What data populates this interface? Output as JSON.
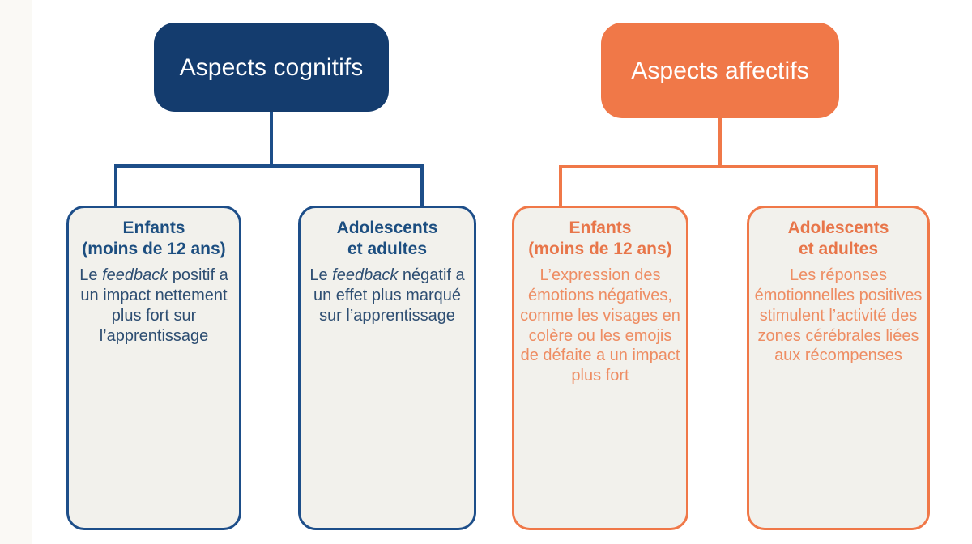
{
  "slide": {
    "background_color": "#ffffff",
    "edge_strip_color": "#faf9f5"
  },
  "palette": {
    "navy": "#143C6E",
    "navy_line": "#1D4E89",
    "navy_text": "#1C4E80",
    "navy_body_text": "#2E4E72",
    "orange": "#F07848",
    "orange_title_text": "#E8764A",
    "orange_body_text": "#EE8D63",
    "card_background": "#F2F1EC"
  },
  "branches": [
    {
      "id": "cognitif",
      "header_label": "Aspects cognitifs",
      "accent": "#143C6E",
      "cards": [
        {
          "id": "cognitif-enfants",
          "title_line_1": "Enfants",
          "title_line_2": "(moins de 12 ans)",
          "body_before_emphasis": "Le ",
          "body_emphasis": "feedback",
          "body_after_emphasis": " positif a un impact nettement plus fort sur l’apprentissage",
          "body_plain": "Le feedback positif a un impact nettement plus fort sur l’apprentissage"
        },
        {
          "id": "cognitif-adolescents",
          "title_line_1": "Adolescents",
          "title_line_2": "et adultes",
          "body_before_emphasis": "Le ",
          "body_emphasis": "feedback",
          "body_after_emphasis": " négatif a un effet plus marqué sur l’apprentissage",
          "body_plain": "Le feedback négatif a un effet plus marqué sur l’apprentissage"
        }
      ]
    },
    {
      "id": "affectif",
      "header_label": "Aspects affectifs",
      "accent": "#F07848",
      "cards": [
        {
          "id": "affectif-enfants",
          "title_line_1": "Enfants",
          "title_line_2": "(moins de 12 ans)",
          "body_before_emphasis": "",
          "body_emphasis": "",
          "body_after_emphasis": "",
          "body_plain": "L’expression des émotions négatives, comme les visages en colère ou les emojis de défaite a un impact plus fort"
        },
        {
          "id": "affectif-adolescents",
          "title_line_1": "Adolescents",
          "title_line_2": "et adultes",
          "body_before_emphasis": "",
          "body_emphasis": "",
          "body_after_emphasis": "",
          "body_plain": "Les réponses émotionnelles positives stimulent l’activité des zones cérébrales liées aux récompenses"
        }
      ]
    }
  ]
}
